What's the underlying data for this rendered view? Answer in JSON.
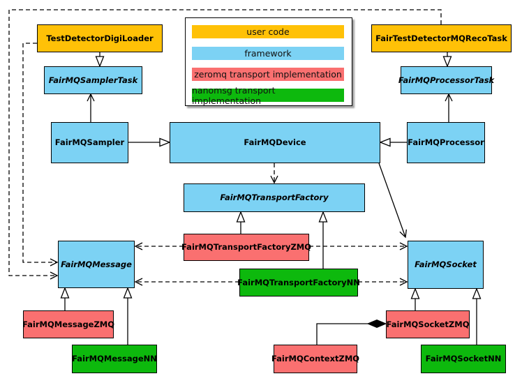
{
  "colors": {
    "user_code": "#FFC107",
    "framework": "#7CD2F4",
    "zeromq": "#FA7070",
    "nanomsg": "#0DB90D"
  },
  "legend": {
    "items": [
      {
        "label": "user code",
        "color_key": "user_code"
      },
      {
        "label": "framework",
        "color_key": "framework"
      },
      {
        "label": "zeromq transport implementation",
        "color_key": "zeromq"
      },
      {
        "label": "nanomsg transport implementation",
        "color_key": "nanomsg"
      }
    ]
  },
  "nodes": {
    "testDetectorDigiLoader": {
      "label": "TestDetectorDigiLoader"
    },
    "fairTestDetectorMQRecoTask": {
      "label": "FairTestDetectorMQRecoTask"
    },
    "fairMQSamplerTask": {
      "label": "FairMQSamplerTask"
    },
    "fairMQProcessorTask": {
      "label": "FairMQProcessorTask"
    },
    "fairMQSampler": {
      "label": "FairMQSampler"
    },
    "fairMQDevice": {
      "label": "FairMQDevice"
    },
    "fairMQProcessor": {
      "label": "FairMQProcessor"
    },
    "fairMQTransportFactory": {
      "label": "FairMQTransportFactory"
    },
    "fairMQTransportFactoryZMQ": {
      "label": "FairMQTransportFactoryZMQ"
    },
    "fairMQTransportFactoryNN": {
      "label": "FairMQTransportFactoryNN"
    },
    "fairMQMessage": {
      "label": "FairMQMessage"
    },
    "fairMQMessageZMQ": {
      "label": "FairMQMessageZMQ"
    },
    "fairMQMessageNN": {
      "label": "FairMQMessageNN"
    },
    "fairMQSocket": {
      "label": "FairMQSocket"
    },
    "fairMQSocketZMQ": {
      "label": "FairMQSocketZMQ"
    },
    "fairMQSocketNN": {
      "label": "FairMQSocketNN"
    },
    "fairMQContextZMQ": {
      "label": "FairMQContextZMQ"
    }
  }
}
